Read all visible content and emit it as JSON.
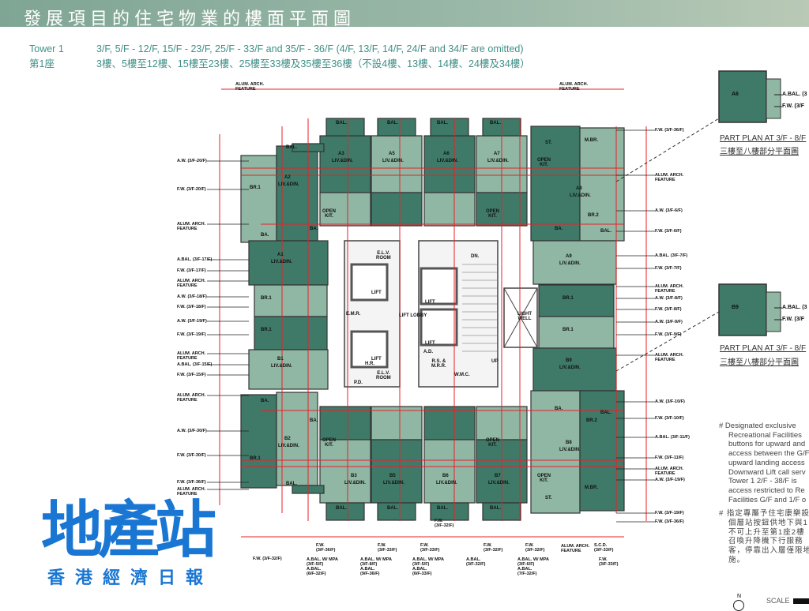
{
  "header": {
    "title": "發展項目的住宅物業的樓面平面圖"
  },
  "tower": {
    "label_en": "Tower 1",
    "label_zh": "第1座",
    "floors_en": "3/F, 5/F - 12/F, 15/F - 23/F, 25/F - 33/F and 35/F - 36/F (4/F, 13/F, 14/F, 24/F and 34/F are omitted)",
    "floors_zh": "3樓、5樓至12樓、15樓至23樓、25樓至33樓及35樓至36樓（不設4樓、13樓、14樓、24樓及34樓）"
  },
  "units": [
    "A1",
    "A2",
    "A3",
    "A5",
    "A6",
    "A7",
    "A8",
    "A9",
    "B1",
    "B2",
    "B3",
    "B5",
    "B6",
    "B7",
    "B8",
    "B9"
  ],
  "rooms": {
    "liv": "LIV.&DIN.",
    "br1": "BR.1",
    "br2": "BR.2",
    "mbr": "M.BR.",
    "bal": "BAL.",
    "ba": "BA.",
    "kit": "OPEN\nKIT.",
    "st": "ST.",
    "lift": "LIFT",
    "lobby": "LIFT LOBBY",
    "emr": "E.M.R.",
    "elv": "E.L.V.\nROOM",
    "hr": "H.R.",
    "wmc": "W.M.C.",
    "light": "LIGHT\nWELL",
    "rs": "R.S. &\nM.R.R.",
    "up": "UP",
    "dn": "DN.",
    "pd": "P.D.",
    "ad": "A.D."
  },
  "callouts_left": [
    "A.W. (3/F-20/F)",
    "F.W. (3/F-20/F)",
    "ALUM. ARCH.\nFEATURE",
    "A.BAL. (3/F-17/F)",
    "F.W. (3/F-17/F)",
    "ALUM. ARCH.\nFEATURE",
    "A.W. (3/F-18/F)",
    "F.W. (3/F-18/F)",
    "A.W. (3/F-19/F)",
    "F.W. (3/F-19/F)",
    "ALUM. ARCH.\nFEATURE",
    "A.BAL. (3/F-15/F)",
    "F.W. (3/F-15/F)",
    "ALUM. ARCH.\nFEATURE",
    "A.W. (3/F-30/F)",
    "F.W. (3/F-30/F)",
    "F.W. (3/F-36/F)",
    "ALUM. ARCH.\nFEATURE"
  ],
  "callouts_right": [
    "F.W. (3/F-36/F)",
    "ALUM. ARCH.\nFEATURE",
    "A.W. (3/F-6/F)",
    "F.W. (3/F-6/F)",
    "A.BAL. (3/F-7/F)",
    "F.W. (3/F-7/F)",
    "ALUM. ARCH.\nFEATURE",
    "A.W. (3/F-8/F)",
    "F.W. (3/F-8/F)",
    "A.W. (3/F-9/F)",
    "F.W. (3/F-9/F)",
    "ALUM. ARCH.\nFEATURE",
    "A.W. (3/F-10/F)",
    "F.W. (3/F-10/F)",
    "A.BAL. (3/F-11/F)",
    "F.W. (3/F-11/F)",
    "ALUM. ARCH.\nFEATURE",
    "A.W. (3/F-19/F)",
    "F.W. (3/F-19/F)",
    "F.W. (3/F-36/F)"
  ],
  "callouts_top": [
    "ALUM. ARCH.\nFEATURE",
    "ALUM. ARCH.\nFEATURE"
  ],
  "callouts_bottom": [
    "F.W. (3/F-32/F)",
    "A.BAL. W/ MPA\n(3/F-5/F)\nA.BAL.\n(6/F-32/F)",
    "F.W.\n(3/F-36/F)",
    "A.BAL. W/ MPA\n(3/F-8/F)\nA.BAL.\n(9/F-36/F)",
    "F.W.\n(3/F-33/F)",
    "A.BAL. W/ MPA\n(3/F-5/F)\nA.BAL.\n(6/F-33/F)",
    "F.W.\n(3/F-33/F)",
    "F.W.\n(3/F-32/F)",
    "A.BAL.\n(3/F-32/F)",
    "F.W.\n(3/F-32/F)",
    "A.BAL. W/ MPA\n(3/F-6/F)\nA.BAL.\n(7/F-32/F)",
    "F.W.\n(3/F-32/F)",
    "ALUM. ARCH.\nFEATURE",
    "S.C.D.\n(3/F-33/F)",
    "F.W.\n(3/F-33/F)"
  ],
  "part_plans": [
    {
      "unit": "A6",
      "title_en": "PART PLAN AT 3/F - 8/F",
      "title_zh": "三樓至八樓部分平面圖",
      "labels": [
        "A.BAL. (3",
        "F.W. (3/F"
      ]
    },
    {
      "unit": "B9",
      "title_en": "PART PLAN AT 3/F - 8/F",
      "title_zh": "三樓至八樓部分平面圖",
      "labels": [
        "A.BAL. (3",
        "F.W. (3/F"
      ]
    }
  ],
  "notes": {
    "en": "# Designated exclusive Recreational Facilities buttons for upward and access between the G/F upward landing access Downward Lift call serv Tower 1 2/F - 38/F is access restricted to Re Facilities G/F and 1/F o",
    "en_lines": [
      "# Designated exclusive",
      "Recreational Facilities",
      "buttons for upward and",
      "access between the G/F",
      "upward landing access",
      "Downward Lift call serv",
      "Tower 1 2/F - 38/F is",
      "access restricted to Re",
      "Facilities G/F and 1/F o"
    ],
    "zh_lines": [
      "# 指定專屬予住宅康樂設",
      "個層站按鈕供地下與1",
      "不可上升至第1座2樓",
      "召喚升降機下行服務",
      "客，停靠出入層僅限地",
      "施。"
    ]
  },
  "scale": {
    "label": "SCALE",
    "north": "N"
  },
  "logo": {
    "main": "地產站",
    "sub": "香港經濟日報"
  },
  "colors": {
    "unit_dark": "#3f7a68",
    "unit_light": "#8fb7a3",
    "dim": "#e8202a",
    "header": "#8aab9c",
    "accent": "#3f8f86",
    "logo": "#1976d2"
  }
}
